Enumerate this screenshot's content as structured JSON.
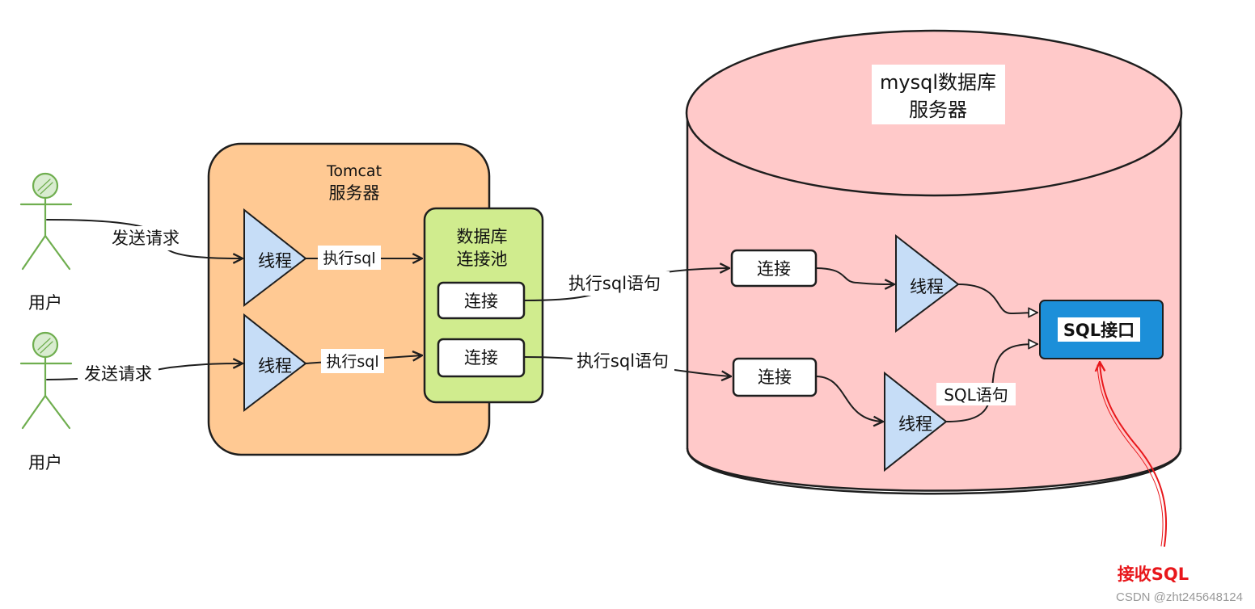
{
  "users": [
    {
      "label": "用户"
    },
    {
      "label": "用户"
    }
  ],
  "tomcat": {
    "title_line1": "Tomcat",
    "title_line2": "服务器",
    "threads": [
      "线程",
      "线程"
    ],
    "thread_edges": [
      "执行sql",
      "执行sql"
    ],
    "pool": {
      "title_line1": "数据库",
      "title_line2": "连接池",
      "connections": [
        "连接",
        "连接"
      ]
    }
  },
  "requests": [
    "发送请求",
    "发送请求"
  ],
  "pool_edges": [
    "执行sql语句",
    "执行sql语句"
  ],
  "mysql": {
    "title_line1": "mysql数据库",
    "title_line2": "服务器",
    "connections": [
      "连接",
      "连接"
    ],
    "threads": [
      "线程",
      "线程"
    ],
    "sql_edge_label": "SQL语句",
    "interface_label": "SQL接口"
  },
  "annotation": {
    "label": "接收SQL",
    "color": "#e8171b"
  },
  "watermark": "CSDN @zht245648124",
  "colors": {
    "tomcat_fill": "#ffc993",
    "pool_fill": "#d0ec8e",
    "mysql_fill": "#ffc9c9",
    "triangle_fill": "#c6ddf7",
    "interface_fill": "#1c8fd9",
    "user_stroke": "#6fae4f"
  }
}
